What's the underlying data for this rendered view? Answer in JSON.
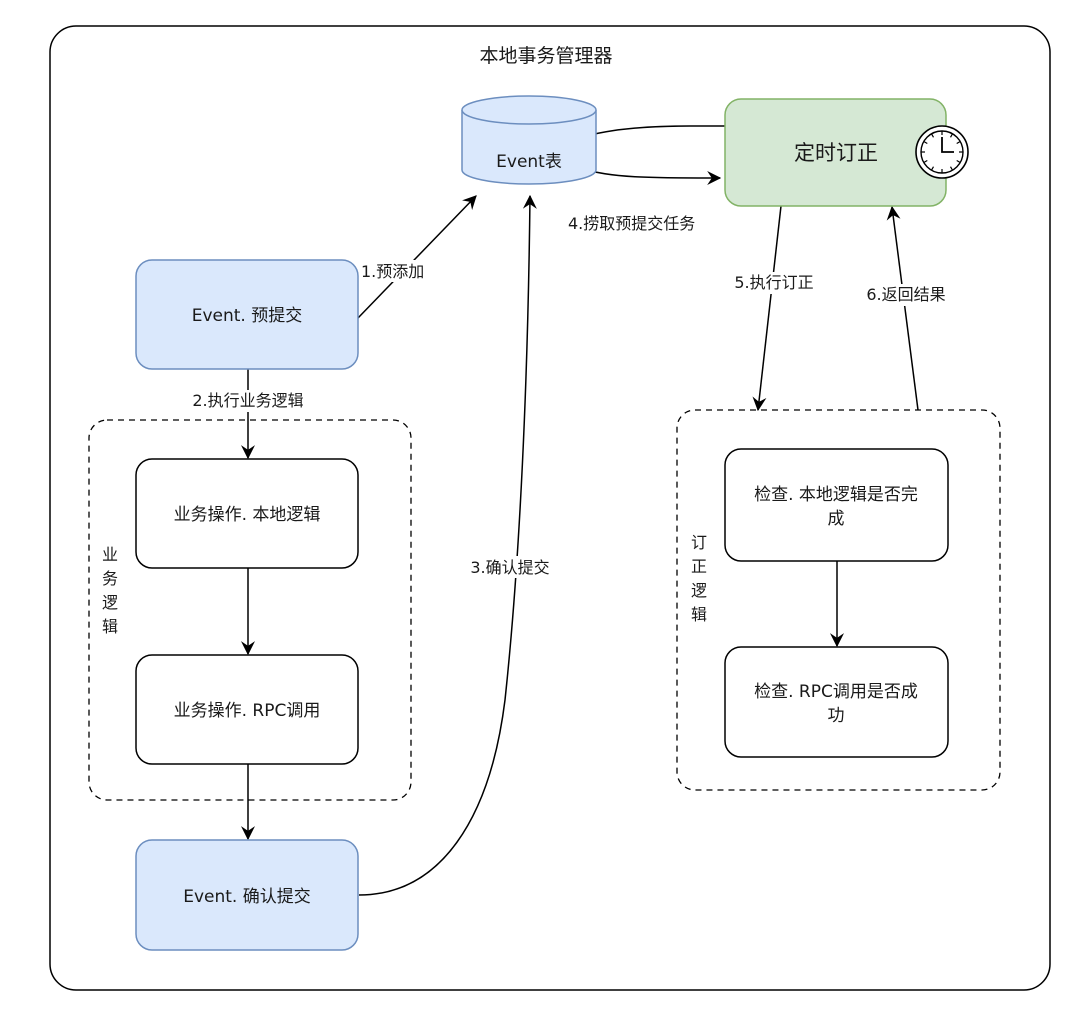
{
  "title": "本地事务管理器",
  "colors": {
    "blue_fill": "#dae8fc",
    "blue_stroke": "#6c8ebf",
    "green_fill": "#d5e8d4",
    "green_stroke": "#82b366",
    "line": "#000000"
  },
  "nodes": {
    "event_table": "Event表",
    "scheduled_correction": "定时订正",
    "event_pre_commit": "Event. 预提交",
    "biz_local_logic": "业务操作. 本地逻辑",
    "biz_rpc_call": "业务操作. RPC调用",
    "event_confirm_commit": "Event. 确认提交",
    "check_local_line1": "检查. 本地逻辑是否完",
    "check_local_line2": "成",
    "check_rpc_line1": "检查. RPC调用是否成",
    "check_rpc_line2": "功"
  },
  "groups": {
    "business_logic": [
      "业",
      "务",
      "逻",
      "辑"
    ],
    "correction_logic": [
      "订",
      "正",
      "逻",
      "辑"
    ]
  },
  "edges": {
    "e1": "1.预添加",
    "e2": "2.执行业务逻辑",
    "e3": "3.确认提交",
    "e4": "4.捞取预提交任务",
    "e5": "5.执行订正",
    "e6": "6.返回结果"
  },
  "icons": {
    "clock": "clock-icon"
  }
}
